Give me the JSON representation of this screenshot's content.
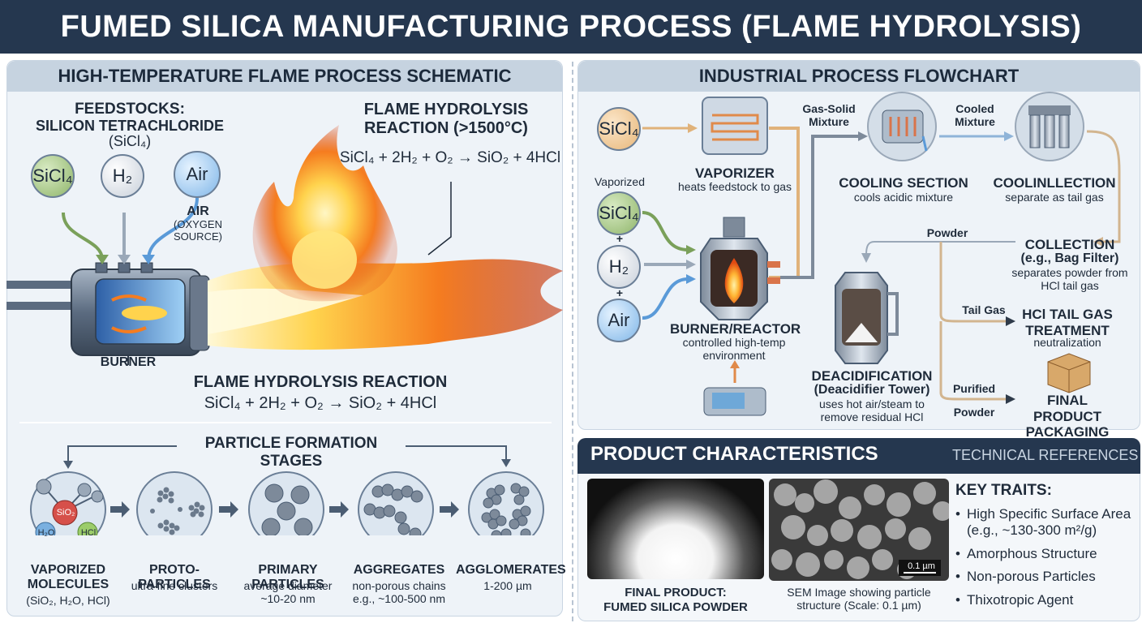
{
  "title": "FUMED SILICA MANUFACTURING PROCESS (FLAME HYDROLYSIS)",
  "left_panel": {
    "header": "HIGH-TEMPERATURE FLAME PROCESS SCHEMATIC",
    "feedstocks_heading": "FEEDSTOCKS:",
    "feedstocks_sub": "SILICON TETRACHLORIDE",
    "feedstocks_formula": "(SiCl₄)",
    "inputs": {
      "sicl4": "SiCl₄",
      "h2": "H₂",
      "air": "Air"
    },
    "air_label": "AIR",
    "air_sub": "(OXYGEN SOURCE)",
    "burner_label": "BURNER",
    "reaction_top_title": "FLAME HYDROLYSIS REACTION (>1500°C)",
    "reaction_top_eq": "SiCl₄ + 2H₂ + O₂ → SiO₂ + 4HCl",
    "reaction_bottom_title": "FLAME HYDROLYSIS REACTION",
    "reaction_bottom_eq": "SiCl₄ + 2H₂ + O₂ → SiO₂ + 4HCl"
  },
  "particle_stages": {
    "header": "PARTICLE FORMATION STAGES",
    "molecule_labels": {
      "sio2": "SiO₂",
      "h2o": "H₂O",
      "hcl": "HCl"
    },
    "stages": [
      {
        "title": "VAPORIZED MOLECULES",
        "sub": "(SiO₂, H₂O, HCl)"
      },
      {
        "title": "PROTO-PARTICLES",
        "sub": "ultra-fine clusters"
      },
      {
        "title": "PRIMARY PARTICLES",
        "sub": "average diameter ~10-20 nm"
      },
      {
        "title": "AGGREGATES",
        "sub": "non-porous chains e.g., ~100-500 nm"
      },
      {
        "title": "AGGLOMERATES",
        "sub": "1-200 µm"
      }
    ]
  },
  "flowchart": {
    "header": "INDUSTRIAL PROCESS FLOWCHART",
    "sicl4_input": "SiCl₄",
    "vaporized_label": "Vaporized",
    "inputs": {
      "sicl4": "SiCl₄",
      "h2": "H₂",
      "air": "Air",
      "plus": "+"
    },
    "vaporizer": {
      "title": "VAPORIZER",
      "sub": "heats feedstock to gas"
    },
    "gas_solid": "Gas-Solid Mixture",
    "cooling": {
      "title": "COOLING SECTION",
      "sub": "cools acidic mixture"
    },
    "cooled_mixture": "Cooled Mixture",
    "coolinllection": {
      "title": "COOLINLLECTION",
      "sub": "separate as tail gas"
    },
    "burner": {
      "title": "BURNER/REACTOR",
      "sub": "controlled high-temp environment"
    },
    "powder_label": "Powder",
    "collection": {
      "title": "COLLECTION",
      "title2": "(e.g., Bag Filter)",
      "sub": "separates powder from HCl tail gas"
    },
    "deacid": {
      "title": "DEACIDIFICATION",
      "title2": "(Deacidifier Tower)",
      "sub": "uses hot air/steam to remove residual HCl"
    },
    "tail_gas_label": "Tail Gas",
    "hcl_treatment": {
      "title": "HCl TAIL GAS TREATMENT",
      "sub": "neutralization"
    },
    "purified_label": "Purified",
    "powder_label2": "Powder",
    "final_packaging": "FINAL PRODUCT PACKAGING"
  },
  "product": {
    "header": "PRODUCT CHARACTERISTICS",
    "ref": "TECHNICAL REFERENCES",
    "photo1_caption_1": "FINAL PRODUCT:",
    "photo1_caption_2": "FUMED SILICA POWDER",
    "photo2_caption": "SEM Image showing particle structure (Scale: 0.1 µm)",
    "scale_label": "0.1 µm",
    "key_traits_title": "KEY TRAITS:",
    "traits": [
      "High Specific Surface Area (e.g., ~130-300 m²/g)",
      "Amorphous Structure",
      "Non-porous Particles",
      "Thixotropic Agent"
    ]
  },
  "colors": {
    "navy": "#25374f",
    "panel": "#eef3f8",
    "header": "#c6d3e0",
    "flame": "#f57c1f"
  }
}
